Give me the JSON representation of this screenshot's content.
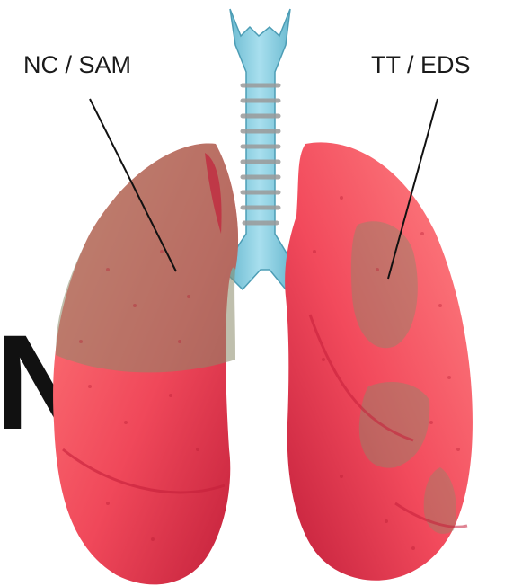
{
  "labels": {
    "left": "NC / SAM",
    "right": "TT / EDS"
  },
  "edge_glyph": "N",
  "colors": {
    "lung": "#f0485a",
    "lung_dark": "#c8203a",
    "lung_highlight": "#ff8a8a",
    "trachea": "#8ecfe0",
    "trachea_ring": "#a3a3a3",
    "overlay": "#8a8a6a",
    "leader_line": "#111111"
  },
  "icons": [
    "lungs-illustration",
    "trachea-illustration"
  ]
}
